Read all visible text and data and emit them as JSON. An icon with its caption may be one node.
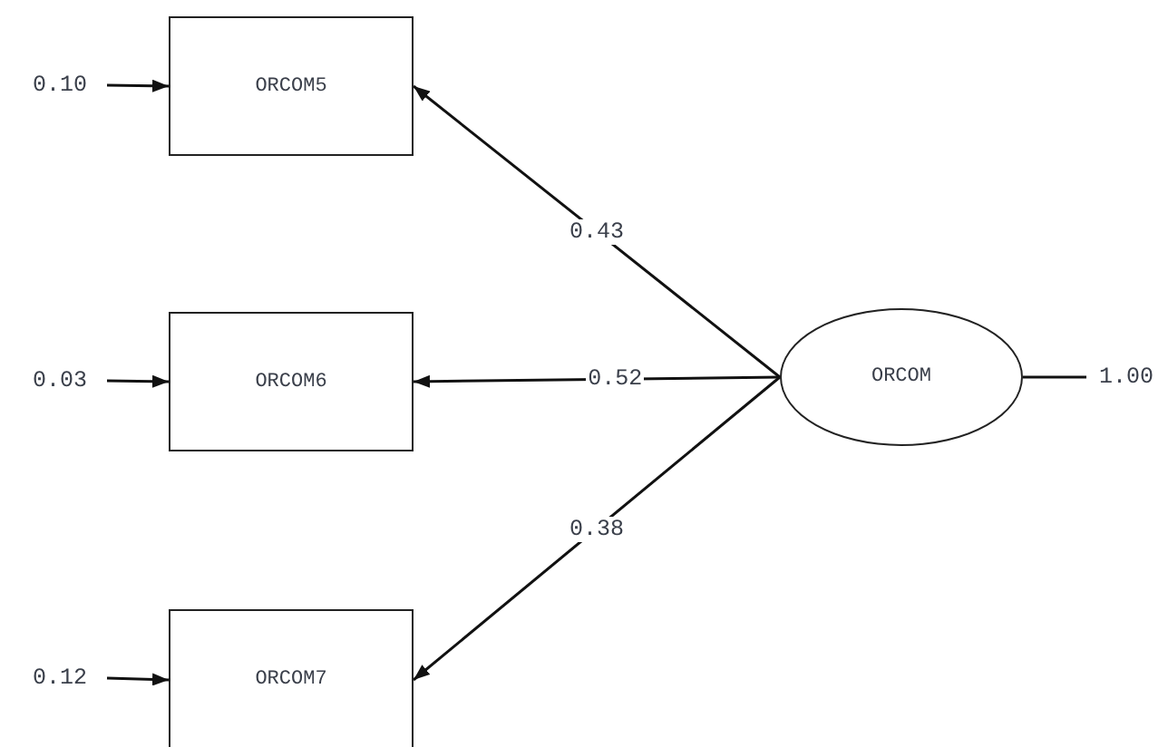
{
  "diagram": {
    "nodes": [
      {
        "text": [
          "ORCOM5"
        ]
      },
      {
        "text": [
          "ORCOM6"
        ]
      },
      {
        "text": [
          "ORCOM7"
        ]
      },
      {
        "text": [
          "ORCOM"
        ]
      },
      {
        "text": [
          "0.10"
        ]
      },
      {
        "text": [
          "0.03"
        ]
      },
      {
        "text": [
          "0.12"
        ]
      },
      {
        "text": [
          "1.00"
        ]
      }
    ],
    "edges": [
      {
        "from": 4,
        "to": 0,
        "arrow": "to"
      },
      {
        "from": 5,
        "to": 1,
        "arrow": "to"
      },
      {
        "from": 6,
        "to": 2,
        "arrow": "to"
      },
      {
        "from": 3,
        "to": 0,
        "arrow": "to",
        "label": "0.43"
      },
      {
        "from": 3,
        "to": 1,
        "arrow": "to",
        "label": "0.52"
      },
      {
        "from": 3,
        "to": 2,
        "arrow": "to",
        "label": "0.38"
      },
      {
        "from": 3,
        "to": 7,
        "arrow": "none"
      }
    ]
  }
}
